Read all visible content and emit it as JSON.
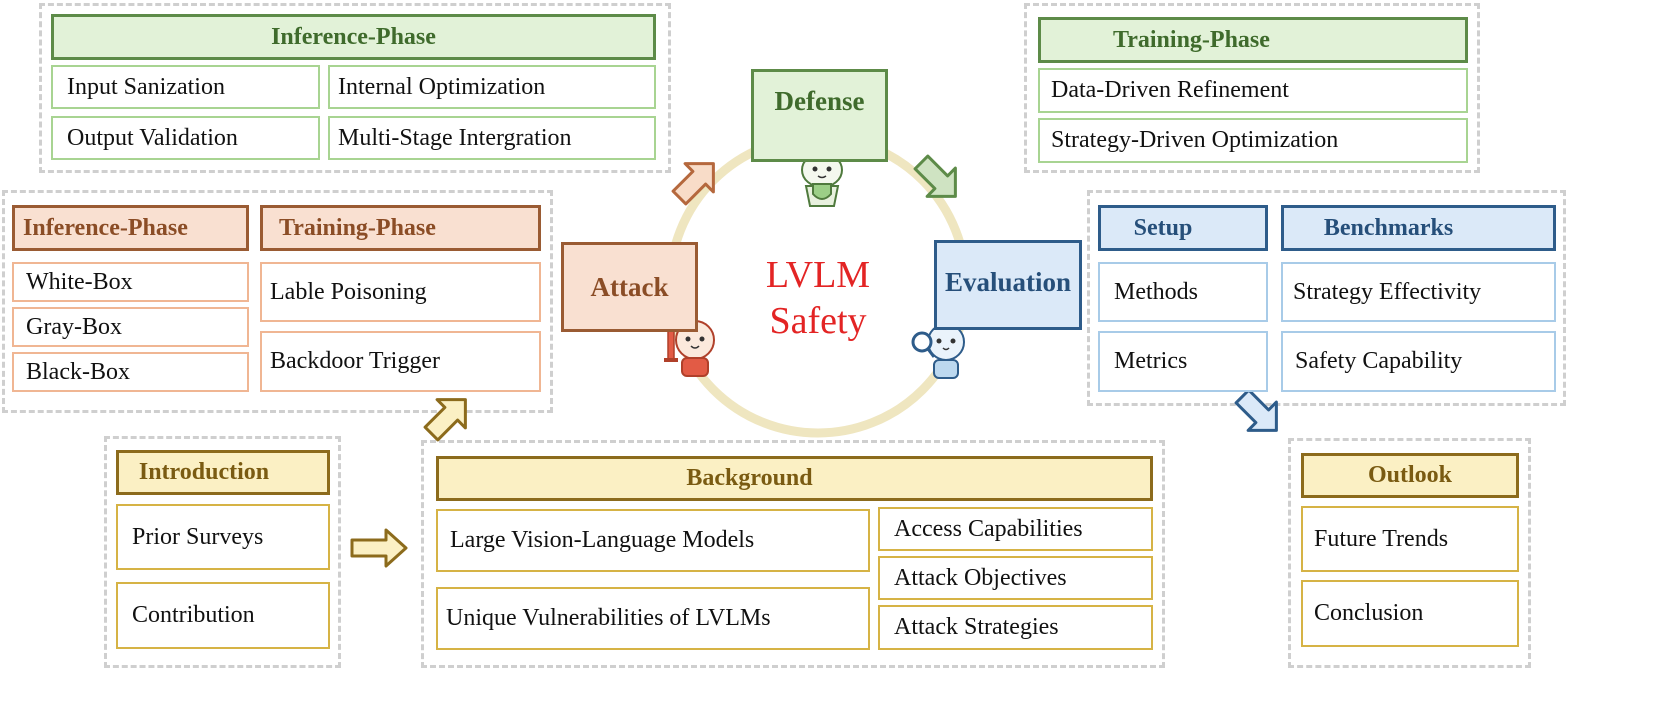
{
  "defense": {
    "label": "Defense",
    "inference": {
      "title": "Inference-Phase",
      "items": [
        "Input Sanization",
        "Internal Optimization",
        "Output Validation",
        "Multi-Stage Intergration"
      ]
    },
    "training": {
      "title": "Training-Phase",
      "items": [
        "Data-Driven Refinement",
        "Strategy-Driven Optimization"
      ]
    }
  },
  "attack": {
    "label": "Attack",
    "inference": {
      "title": "Inference-Phase",
      "items": [
        "White-Box",
        "Gray-Box",
        "Black-Box"
      ]
    },
    "training": {
      "title": "Training-Phase",
      "items": [
        "Lable Poisoning",
        "Backdoor Trigger"
      ]
    }
  },
  "evaluation": {
    "label": "Evaluation",
    "setup": {
      "title": "Setup",
      "items": [
        "Methods",
        "Metrics"
      ]
    },
    "benchmarks": {
      "title": "Benchmarks",
      "items": [
        "Strategy Effectivity",
        "Safety Capability"
      ]
    }
  },
  "center": {
    "line1": "LVLM",
    "line2": "Safety"
  },
  "introduction": {
    "title": "Introduction",
    "items": [
      "Prior Surveys",
      "Contribution"
    ]
  },
  "background": {
    "title": "Background",
    "left_items": [
      "Large Vision-Language Models",
      "Unique Vulnerabilities of LVLMs"
    ],
    "right_items": [
      "Access Capabilities",
      "Attack Objectives",
      "Attack Strategies"
    ]
  },
  "outlook": {
    "title": "Outlook",
    "items": [
      "Future Trends",
      "Conclusion"
    ]
  },
  "colors": {
    "green": "#5d8b48",
    "orange": "#9a5b33",
    "blue": "#2e5c8a",
    "gold": "#8c6b1c",
    "red": "#e32424",
    "ring": "#efe6c0"
  },
  "icons": [
    "shield-robot-icon",
    "sword-robot-icon",
    "magnifier-robot-icon"
  ]
}
